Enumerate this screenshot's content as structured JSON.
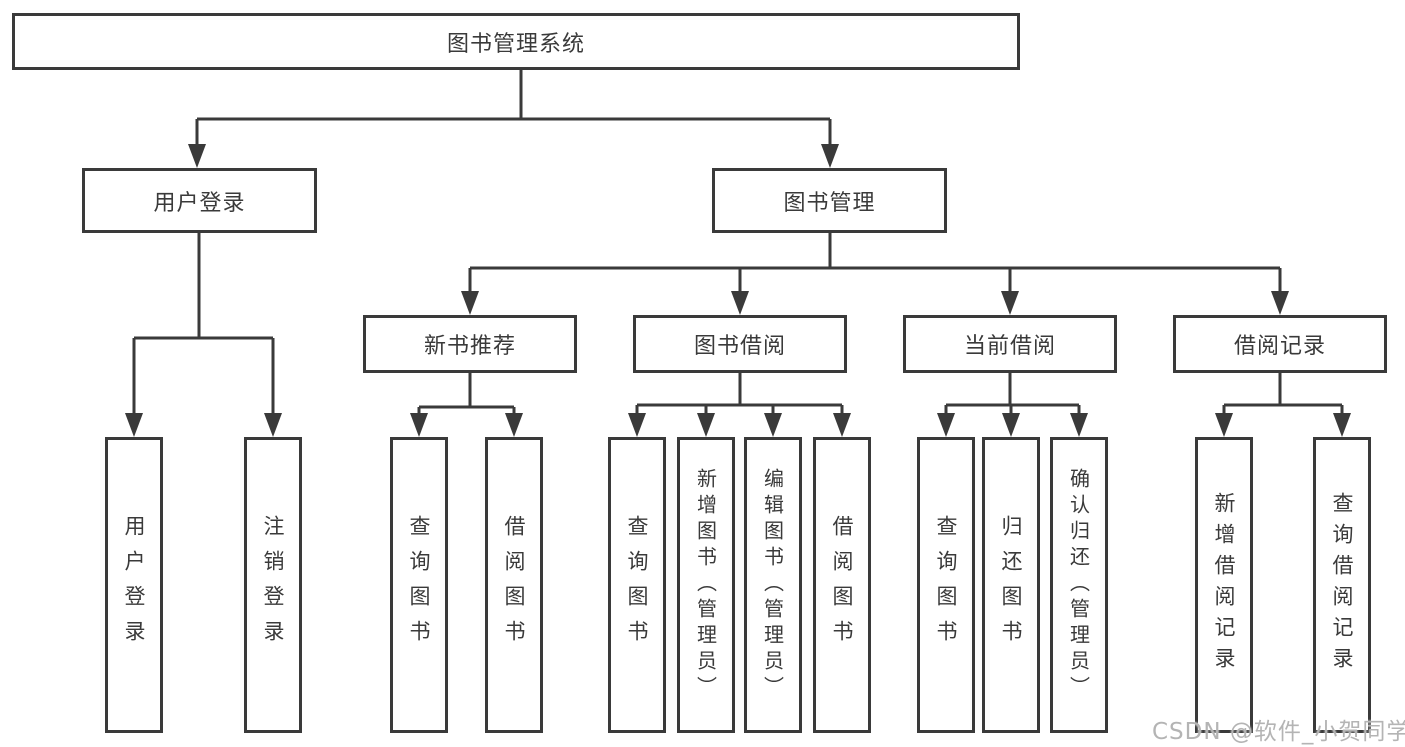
{
  "diagram_title": "图书管理系统",
  "tree": {
    "label": "图书管理系统",
    "children": [
      {
        "label": "用户登录",
        "children": [
          {
            "label": "用户登录"
          },
          {
            "label": "注销登录"
          }
        ]
      },
      {
        "label": "图书管理",
        "children": [
          {
            "label": "新书推荐",
            "children": [
              {
                "label": "查询图书"
              },
              {
                "label": "借阅图书"
              }
            ]
          },
          {
            "label": "图书借阅",
            "children": [
              {
                "label": "查询图书"
              },
              {
                "label": "新增图书（管理员）"
              },
              {
                "label": "编辑图书（管理员）"
              },
              {
                "label": "借阅图书"
              }
            ]
          },
          {
            "label": "当前借阅",
            "children": [
              {
                "label": "查询图书"
              },
              {
                "label": "归还图书"
              },
              {
                "label": "确认归还（管理员）"
              }
            ]
          },
          {
            "label": "借阅记录",
            "children": [
              {
                "label": "新增借阅记录"
              },
              {
                "label": "查询借阅记录"
              }
            ]
          }
        ]
      }
    ]
  },
  "watermark": "CSDN @软件_小贺同学",
  "colors": {
    "line": "#3a3a3a",
    "box_background": "#ffffff",
    "text": "#3a3a3a",
    "watermark": "#b4b4b4"
  }
}
